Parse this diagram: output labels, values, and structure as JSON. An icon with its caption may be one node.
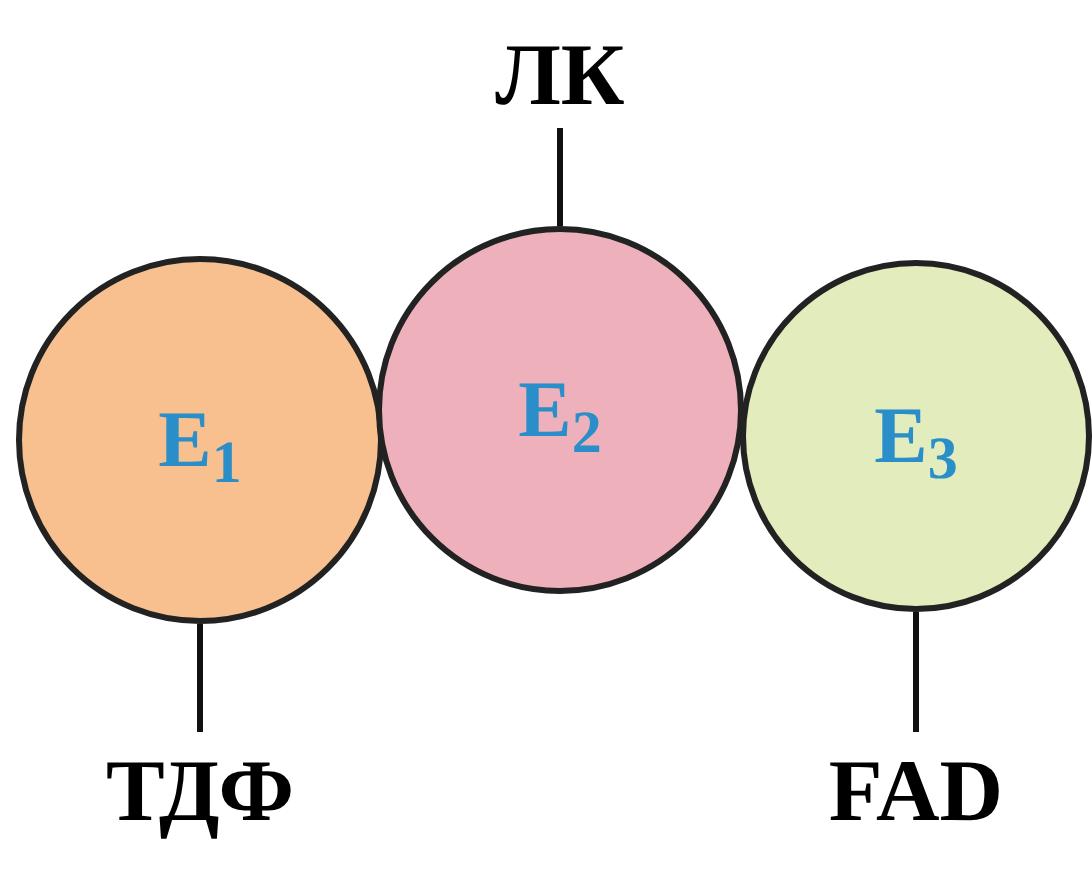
{
  "diagram": {
    "nodes": [
      {
        "text": [
          "ЛК"
        ]
      },
      {
        "text": [
          "E$_{1}$"
        ]
      },
      {
        "text": [
          "E$_{2}$"
        ]
      },
      {
        "text": [
          "E$_{3}$"
        ]
      },
      {
        "text": [
          "ТДФ"
        ]
      },
      {
        "text": [
          "FAD"
        ]
      }
    ],
    "edges": [
      {
        "from": 0,
        "to": 2,
        "arrow": "none"
      },
      {
        "from": 1,
        "to": 4,
        "arrow": "none"
      },
      {
        "from": 3,
        "to": 5,
        "arrow": "none"
      }
    ]
  }
}
